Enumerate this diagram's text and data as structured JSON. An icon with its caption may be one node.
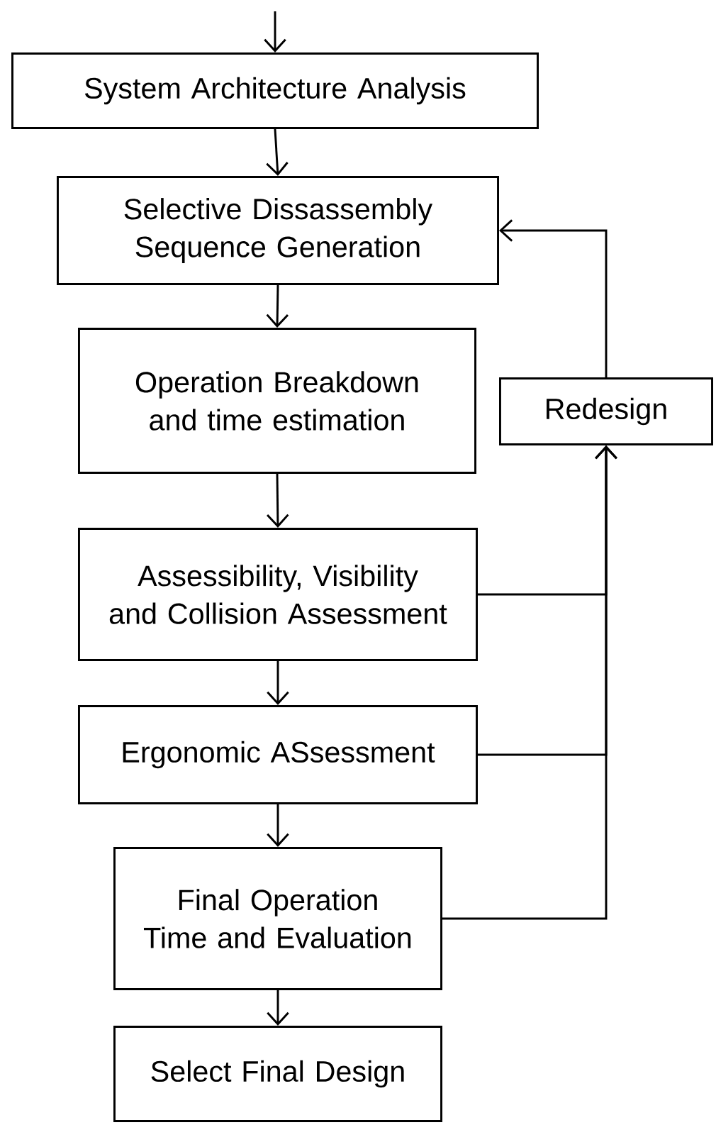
{
  "diagram": {
    "nodes": [
      {
        "text": [
          "System Architecture Analysis"
        ]
      },
      {
        "text": [
          "Selective Dissassembly Sequence Generation"
        ]
      },
      {
        "text": [
          "Operation Breakdown and time estimation"
        ]
      },
      {
        "text": [
          "Redesign"
        ]
      },
      {
        "text": [
          "Assessibility, Visibility and Collision Assessment"
        ]
      },
      {
        "text": [
          "Ergonomic ASsessment"
        ]
      },
      {
        "text": [
          "Final Operation Time and Evaluation"
        ]
      },
      {
        "text": [
          "Select Final Design"
        ]
      }
    ],
    "edges": [
      {
        "from": null,
        "to": 0,
        "arrow": "to"
      },
      {
        "from": 0,
        "to": 1,
        "arrow": "to"
      },
      {
        "from": 1,
        "to": 2,
        "arrow": "to"
      },
      {
        "from": 2,
        "to": 4,
        "arrow": "to"
      },
      {
        "from": 4,
        "to": 5,
        "arrow": "to"
      },
      {
        "from": 5,
        "to": 6,
        "arrow": "to"
      },
      {
        "from": 6,
        "to": 7,
        "arrow": "to"
      },
      {
        "from": 3,
        "to": 1,
        "arrow": "to"
      },
      {
        "from": 4,
        "to": 3,
        "arrow": "to"
      },
      {
        "from": 5,
        "to": 3,
        "arrow": "to"
      },
      {
        "from": 6,
        "to": 3,
        "arrow": "to"
      }
    ]
  }
}
